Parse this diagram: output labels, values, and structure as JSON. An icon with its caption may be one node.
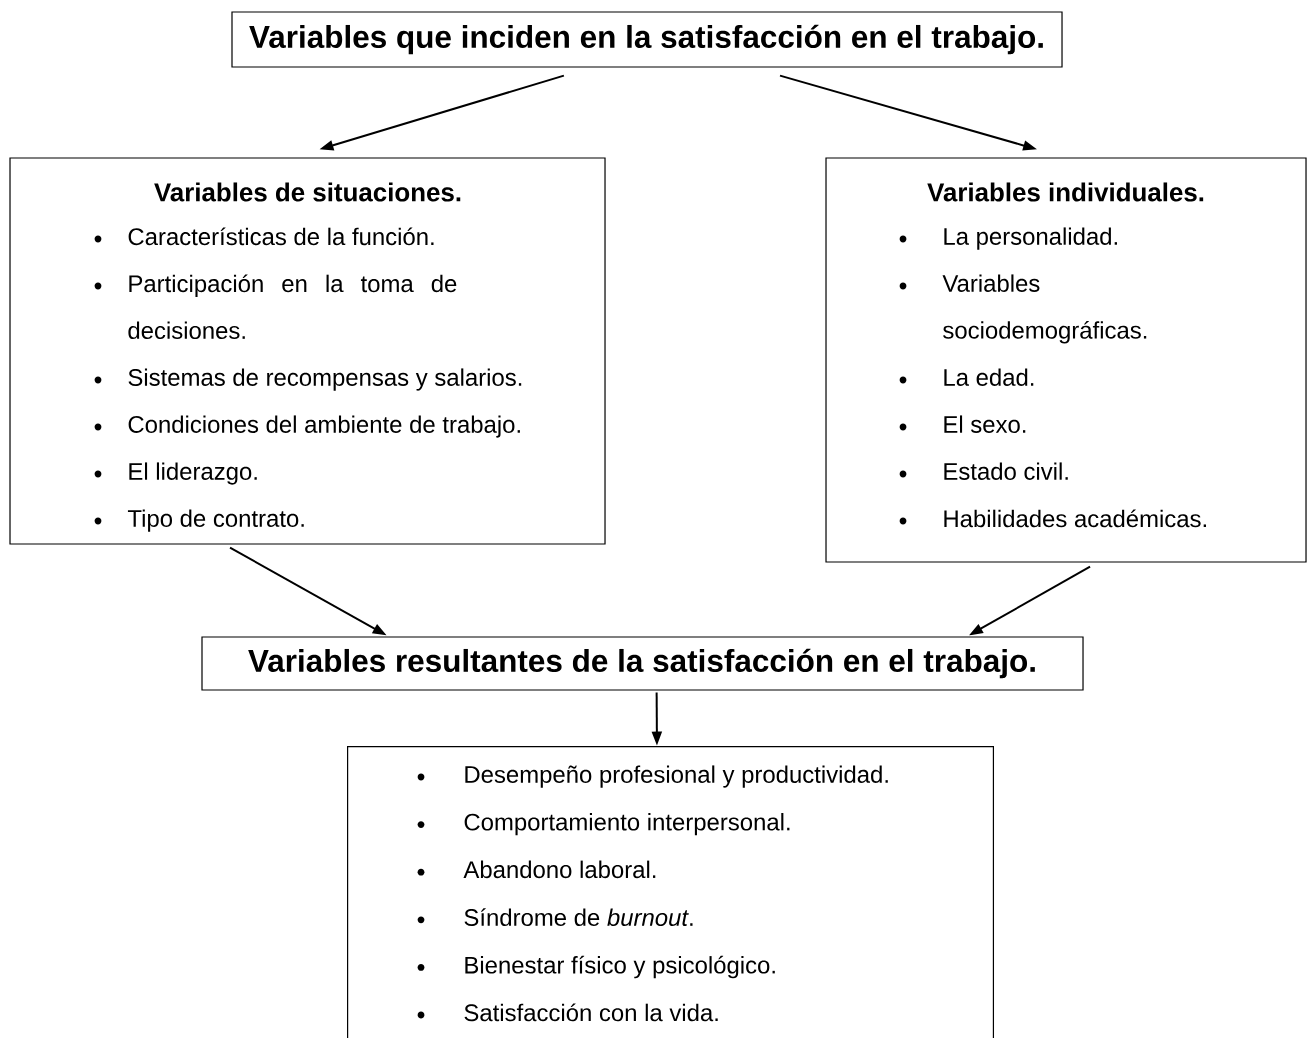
{
  "diagram": {
    "nodes": [
      {
        "text": [
          "Variables que inciden en la satisfacción en el trabajo."
        ]
      },
      {
        "text": [
          "Variables de situaciones.",
          "Características de la función.",
          "Participación en la toma de decisiones.",
          "Sistemas de recompensas y salarios.",
          "Condiciones del ambiente de trabajo.",
          "El liderazgo.",
          "Tipo de contrato."
        ]
      },
      {
        "text": [
          "Variables individuales.",
          "La personalidad.",
          "Variables sociodemográficas.",
          "La edad.",
          "El sexo.",
          "Estado civil.",
          "Habilidades académicas."
        ]
      },
      {
        "text": [
          "Variables resultantes de la satisfacción en el trabajo."
        ]
      },
      {
        "text": [
          "Desempeño profesional y productividad.",
          "Comportamiento interpersonal.",
          "Abandono laboral.",
          "Síndrome de *burnout*.",
          "Bienestar físico y psicológico.",
          "Satisfacción con la vida."
        ]
      }
    ],
    "edges": [
      {
        "from": 0,
        "to": 1,
        "arrow": "to"
      },
      {
        "from": 0,
        "to": 2,
        "arrow": "to"
      },
      {
        "from": 1,
        "to": 3,
        "arrow": "to"
      },
      {
        "from": 2,
        "to": 3,
        "arrow": "to"
      },
      {
        "from": 3,
        "to": 4,
        "arrow": "to"
      }
    ]
  }
}
